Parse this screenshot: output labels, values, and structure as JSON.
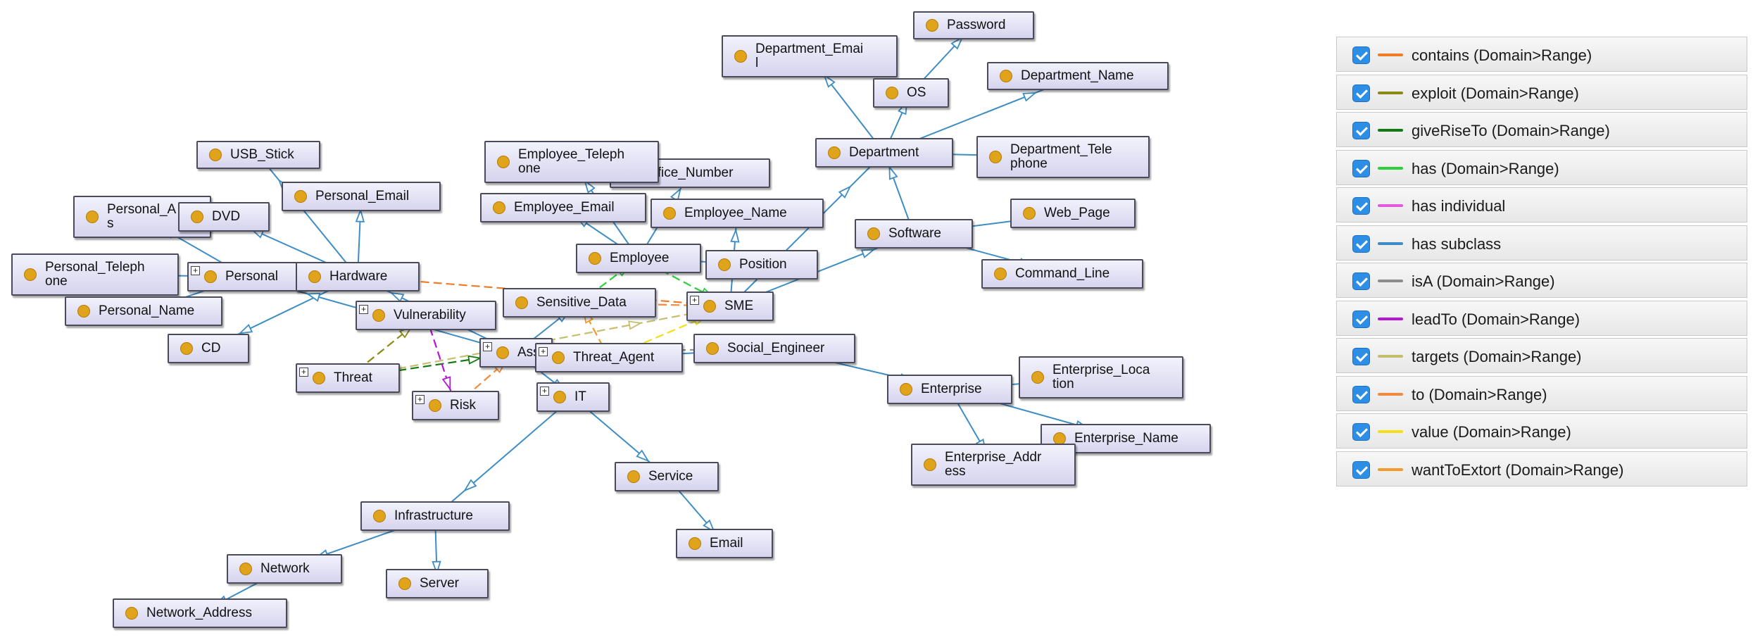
{
  "colors": {
    "contains": "#f07c28",
    "exploit": "#8a8a14",
    "giveRiseTo": "#137a13",
    "has": "#2bd03b",
    "has_individual": "#e45adc",
    "has_subclass": "#3d8dc4",
    "isA": "#8c8c8c",
    "leadTo": "#b416d6",
    "targets": "#c4be6e",
    "to": "#f08a3c",
    "value": "#f2df1a",
    "wantToExtort": "#f59a2a"
  },
  "legend": [
    {
      "label": "contains (Domain>Range)",
      "checked": true,
      "color": "#f07c28"
    },
    {
      "label": "exploit (Domain>Range)",
      "checked": true,
      "color": "#8a8a14"
    },
    {
      "label": "giveRiseTo (Domain>Range)",
      "checked": true,
      "color": "#137a13"
    },
    {
      "label": "has (Domain>Range)",
      "checked": true,
      "color": "#2bd03b"
    },
    {
      "label": "has individual",
      "checked": true,
      "color": "#e45adc"
    },
    {
      "label": "has subclass",
      "checked": true,
      "color": "#3d8dc4"
    },
    {
      "label": "isA (Domain>Range)",
      "checked": true,
      "color": "#8c8c8c"
    },
    {
      "label": "leadTo (Domain>Range)",
      "checked": true,
      "color": "#b416d6"
    },
    {
      "label": "targets (Domain>Range)",
      "checked": true,
      "color": "#c4be6e"
    },
    {
      "label": "to (Domain>Range)",
      "checked": true,
      "color": "#f08a3c"
    },
    {
      "label": "value (Domain>Range)",
      "checked": true,
      "color": "#f2df1a"
    },
    {
      "label": "wantToExtort (Domain>Range)",
      "checked": true,
      "color": "#f59a2a"
    }
  ],
  "nodes": {
    "password": "Password",
    "department_email": "Department_Emai\nl",
    "os": "OS",
    "department_name": "Department_Name",
    "department": "Department",
    "department_telephone": "Department_Tele\nphone",
    "usb_stick": "USB_Stick",
    "employee_telephone": "Employee_Teleph\none",
    "office_number": "Office_Number",
    "personal_email": "Personal_Email",
    "personal_address": "Personal_A\ns",
    "dvd": "DVD",
    "employee_email": "Employee_Email",
    "employee_name": "Employee_Name",
    "software": "Software",
    "web_page": "Web_Page",
    "personal_telephone": "Personal_Teleph\none",
    "personal": "Personal",
    "hardware": "Hardware",
    "employee": "Employee",
    "position": "Position",
    "command_line": "Command_Line",
    "personal_name": "Personal_Name",
    "sensitive_data": "Sensitive_Data",
    "sme": "SME",
    "vulnerability": "Vulnerability",
    "cd": "CD",
    "asset": "Ass",
    "threat_agent": "Threat_Agent",
    "social_engineer": "Social_Engineer",
    "threat": "Threat",
    "enterprise_location": "Enterprise_Loca\ntion",
    "enterprise": "Enterprise",
    "risk": "Risk",
    "it": "IT",
    "enterprise_name": "Enterprise_Name",
    "enterprise_address": "Enterprise_Addr\ness",
    "service": "Service",
    "infrastructure": "Infrastructure",
    "email": "Email",
    "network": "Network",
    "server": "Server",
    "network_address": "Network_Address"
  }
}
